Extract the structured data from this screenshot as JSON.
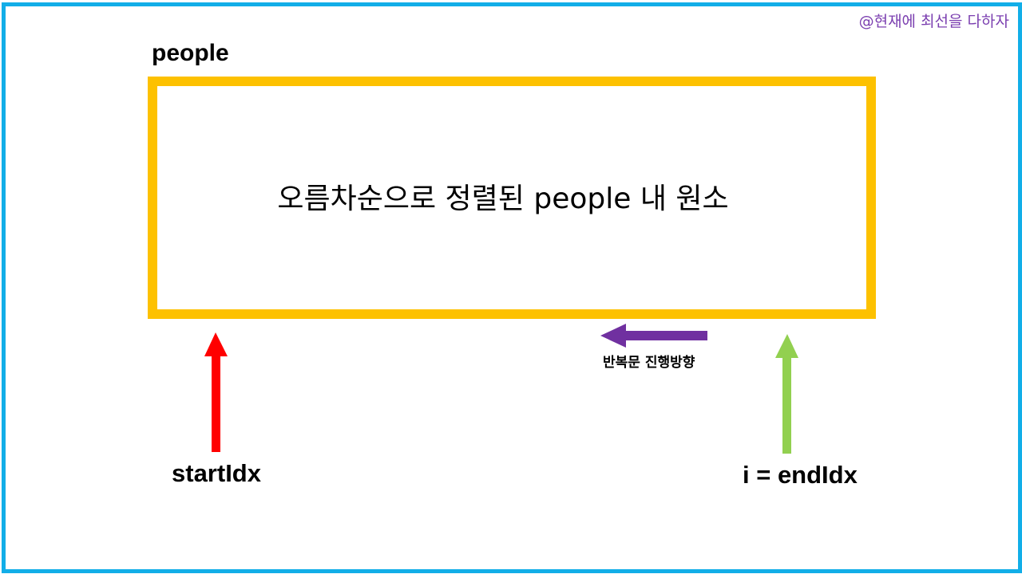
{
  "watermark": "@현재에 최선을 다하자",
  "array": {
    "name": "people",
    "description": "오름차순으로 정렬된 people 내 원소",
    "border_color": "#fdc100"
  },
  "loop_direction": {
    "label": "반복문 진행방향",
    "color": "#7030a0",
    "direction": "left"
  },
  "pointers": {
    "start": {
      "label": "startIdx",
      "color": "#ff0000"
    },
    "end": {
      "label": "i = endIdx",
      "color": "#92d050"
    }
  },
  "frame_color": "#12aee8"
}
